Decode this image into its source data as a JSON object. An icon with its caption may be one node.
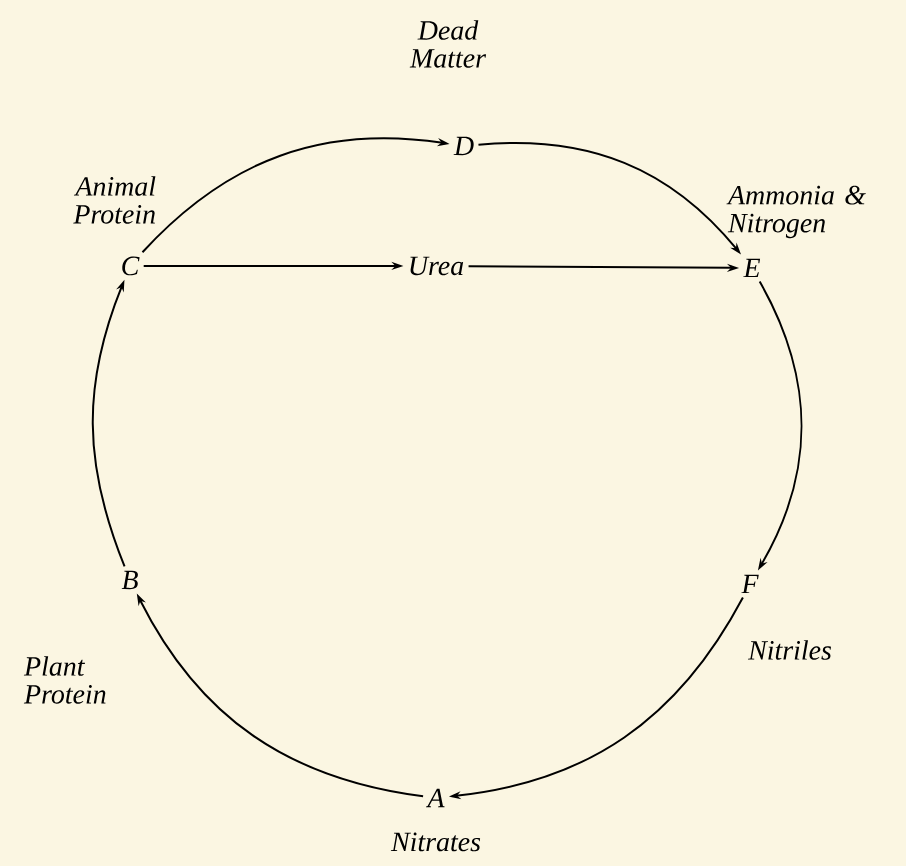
{
  "diagram": {
    "nodes": [
      {
        "text": [
          "D"
        ],
        "beside": [
          "Dead Matter"
        ]
      },
      {
        "text": [
          "C"
        ],
        "beside": [
          "Animal Protein"
        ]
      },
      {
        "text": [
          "Urea"
        ]
      },
      {
        "text": [
          "E"
        ],
        "beside": [
          "Ammonia & Nitrogen"
        ]
      },
      {
        "text": [
          "B"
        ],
        "beside": [
          "Plant Protein"
        ]
      },
      {
        "text": [
          "F"
        ],
        "beside": [
          "Nitriles"
        ]
      },
      {
        "text": [
          "A"
        ],
        "beside": [
          "Nitrates"
        ]
      }
    ],
    "edges": [
      {
        "from": 1,
        "to": 0,
        "arrow": "to"
      },
      {
        "from": 0,
        "to": 3,
        "arrow": "to"
      },
      {
        "from": 1,
        "to": 2,
        "arrow": "to"
      },
      {
        "from": 2,
        "to": 3,
        "arrow": "to"
      },
      {
        "from": 3,
        "to": 5,
        "arrow": "to"
      },
      {
        "from": 5,
        "to": 6,
        "arrow": "to"
      },
      {
        "from": 6,
        "to": 4,
        "arrow": "to"
      },
      {
        "from": 4,
        "to": 1,
        "arrow": "to"
      }
    ]
  }
}
